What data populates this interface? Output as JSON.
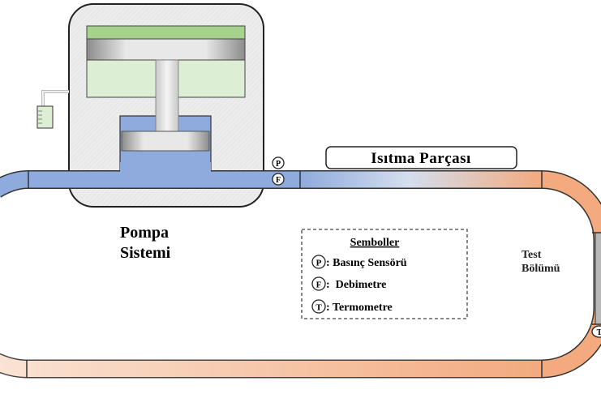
{
  "labels": {
    "pump": [
      "Pompa",
      "Sistemi"
    ],
    "heater": "Isıtma Parçası",
    "test_section": [
      "Test",
      "Bölümü"
    ]
  },
  "legend": {
    "title": "Semboller",
    "items": [
      {
        "symbol": "P",
        "label": ": Basınç Sensörü"
      },
      {
        "symbol": "F",
        "label": ":  Debimetre"
      },
      {
        "symbol": "T",
        "label": ": Termometre"
      }
    ]
  },
  "sensors": {
    "pressure": "P",
    "flow": "F",
    "temperature": "T"
  },
  "colors": {
    "cold_fluid": "#8faadc",
    "hot_fluid": "#f2aa7e",
    "piston_top": "#a6d38e",
    "chamber": "#dcefd4",
    "housing": "#ececec"
  }
}
